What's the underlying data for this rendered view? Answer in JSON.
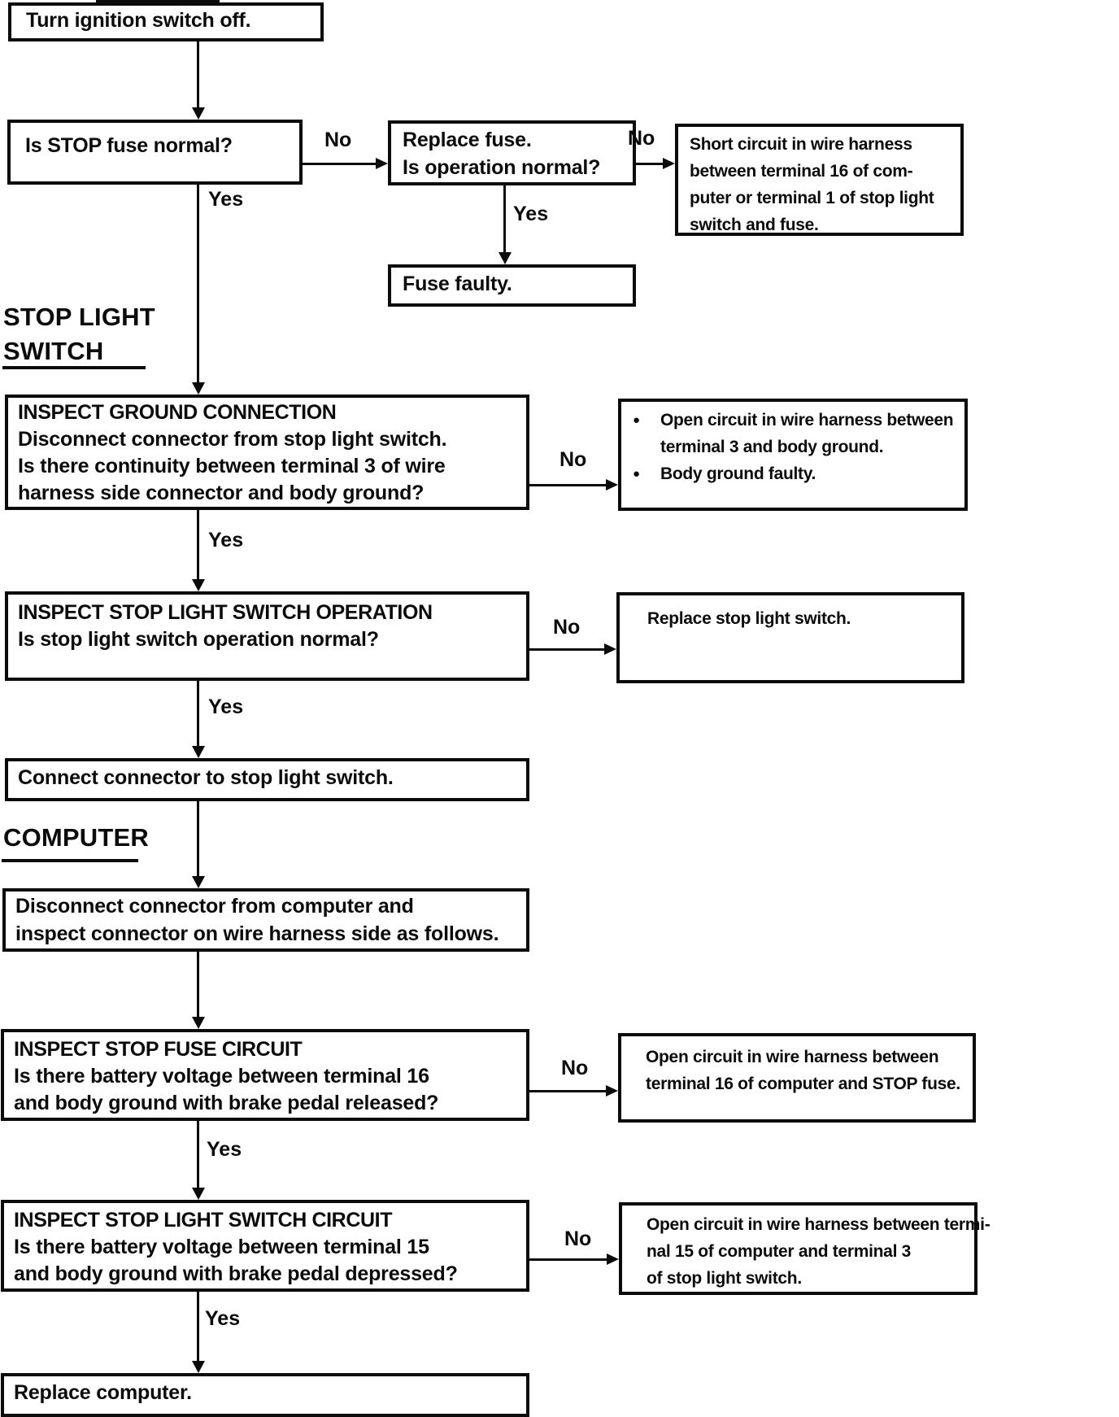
{
  "labels": {
    "yes": "Yes",
    "no": "No",
    "bullet": "●"
  },
  "sections": {
    "stop_light_switch_line1": "STOP LIGHT",
    "stop_light_switch_line2": "SWITCH",
    "computer": "COMPUTER"
  },
  "boxes": {
    "turn_ignition": {
      "lines": [
        "Turn ignition switch off."
      ]
    },
    "is_stop_fuse": {
      "lines": [
        "Is STOP fuse normal?"
      ]
    },
    "replace_fuse": {
      "lines": [
        "Replace fuse.",
        "Is operation normal?"
      ]
    },
    "short_circuit": {
      "lines": [
        "Short circuit in wire harness",
        "between terminal 16 of com-",
        "puter or terminal 1 of stop light",
        "switch and fuse."
      ]
    },
    "fuse_faulty": {
      "lines": [
        "Fuse faulty."
      ]
    },
    "inspect_ground": {
      "title": "INSPECT GROUND CONNECTION",
      "lines": [
        "Disconnect connector from stop light switch.",
        "Is there continuity between terminal 3 of wire",
        "harness side connector and body ground?"
      ]
    },
    "ground_fault": {
      "bullets": [
        {
          "lines": [
            "Open circuit in wire harness between",
            "terminal 3 and body ground."
          ]
        },
        {
          "lines": [
            "Body ground faulty."
          ]
        }
      ]
    },
    "inspect_operation": {
      "title": "INSPECT STOP LIGHT SWITCH OPERATION",
      "lines": [
        "Is stop light switch operation normal?"
      ]
    },
    "replace_switch": {
      "lines": [
        "Replace stop light switch."
      ]
    },
    "connect_connector": {
      "lines": [
        "Connect connector to stop light switch."
      ]
    },
    "disconnect_computer": {
      "lines": [
        "Disconnect connector from computer and",
        "inspect connector on wire harness side as follows."
      ]
    },
    "inspect_fuse_circuit": {
      "title": "INSPECT STOP FUSE CIRCUIT",
      "lines": [
        "Is there battery voltage between terminal 16",
        "and body ground with brake pedal released?"
      ]
    },
    "open_circuit_fuse": {
      "lines": [
        "Open circuit in wire harness between",
        "terminal 16 of computer and STOP fuse."
      ]
    },
    "inspect_switch_circuit": {
      "title": "INSPECT STOP LIGHT SWITCH CIRCUIT",
      "lines": [
        "Is there battery voltage between terminal 15",
        "and body ground with brake pedal depressed?"
      ]
    },
    "open_circuit_switch": {
      "lines": [
        "Open circuit in wire harness between termi-",
        "nal 15 of computer and terminal 3",
        "of stop light switch."
      ]
    },
    "replace_computer": {
      "lines": [
        "Replace computer."
      ]
    }
  },
  "colors": {
    "ink": "#0b0b0b",
    "paper": "#ffffff"
  }
}
